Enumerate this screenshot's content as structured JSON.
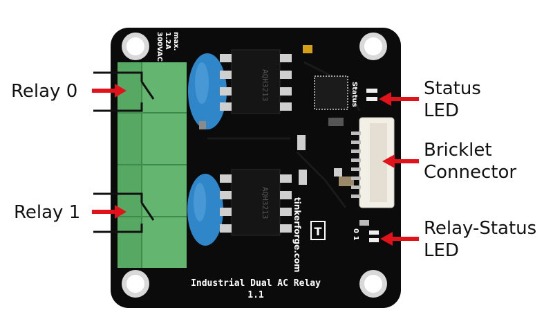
{
  "labels": {
    "relay0": "Relay 0",
    "relay1": "Relay 1",
    "status_line1": "Status",
    "status_line2": "LED",
    "bricklet_line1": "Bricklet",
    "bricklet_line2": "Connector",
    "relaystatus_line1": "Relay-Status",
    "relaystatus_line2": "LED"
  },
  "board": {
    "title": "Industrial Dual AC Relay",
    "version": "1.1",
    "rating_line1": "max.",
    "rating_line2": "1.2A",
    "rating_line3": "300VAC",
    "brand": "tinkerforge.com",
    "logo_text": "T",
    "status_silk": "Status",
    "led_index": "0  1",
    "chip0_text": "AQH3213",
    "chip1_text": "AQH3213"
  },
  "colors": {
    "pcb": "#0b0b0b",
    "terminal": "#63b56f",
    "capacitor": "#2f86c9",
    "arrow": "#e0131a",
    "connector": "#f2efe6"
  }
}
